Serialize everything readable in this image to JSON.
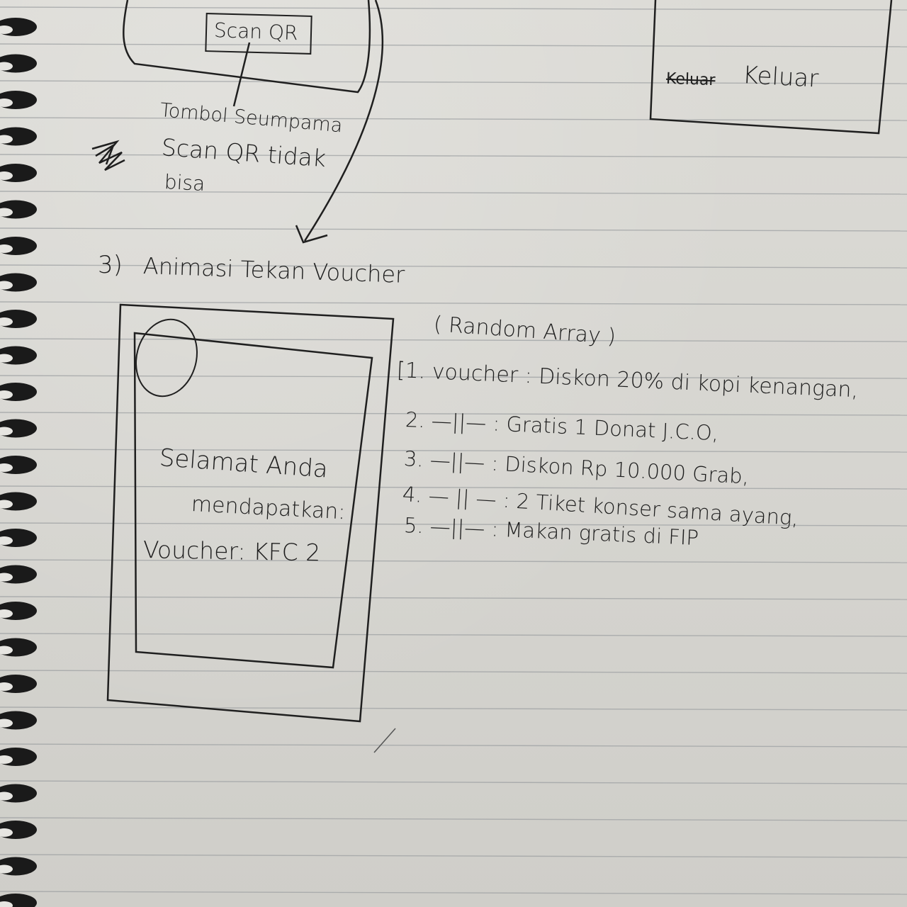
{
  "top_left_sketch": {
    "button_label": "Scan QR",
    "annotation_line1": "Tombol Seumpama",
    "annotation_line2": "Scan QR tidak",
    "annotation_line3": "bisa"
  },
  "top_right_sketch": {
    "crossed_label": "Keluar",
    "button_label": "Keluar"
  },
  "section": {
    "number": "3)",
    "title": "Animasi Tekan Voucher"
  },
  "phone_mockup": {
    "line1": "Selamat Anda",
    "line2": "mendapatkan:",
    "line3": "Voucher: KFC 2"
  },
  "array_note": {
    "heading": "( Random Array )",
    "items": [
      "[1. voucher : Diskon 20% di kopi kenangan,",
      "2. —||— : Gratis 1 Donat J.C.O,",
      "3. —||— : Diskon Rp 10.000 Grab,",
      "4. — || — : 2 Tiket konser sama ayang,",
      "5. —||— : Makan gratis di FIP"
    ]
  },
  "colors": {
    "paper": "#d9d8d3",
    "ruling": "#9ea1a3",
    "ink": "#1d1d1d",
    "spiral": "#1a1a1a"
  }
}
